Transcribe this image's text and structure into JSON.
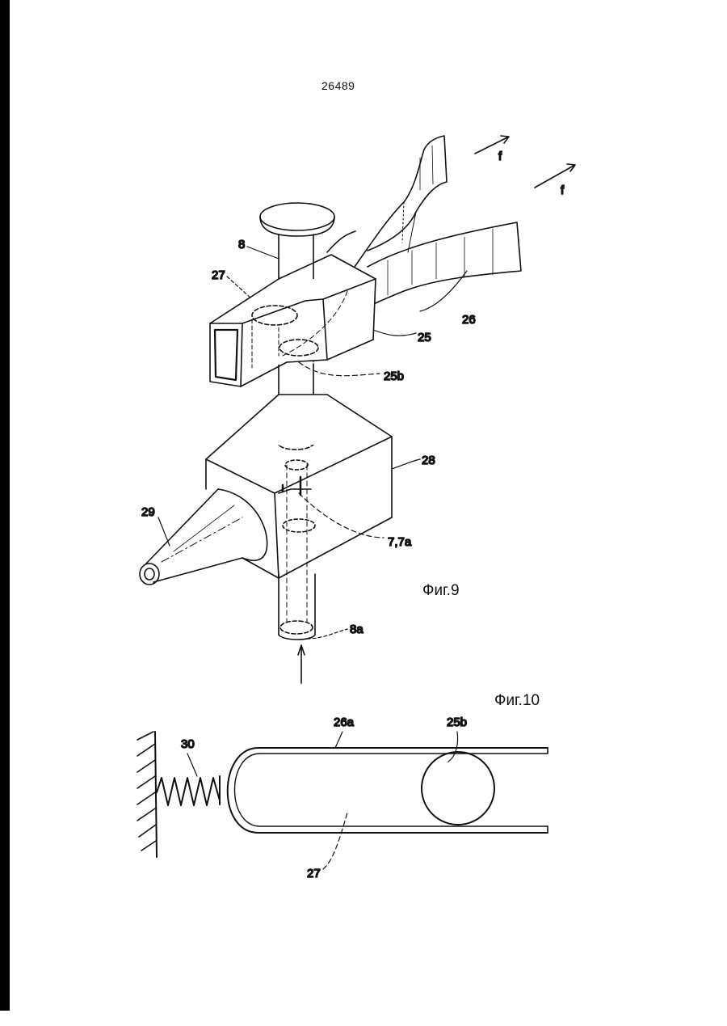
{
  "page_number": "26489",
  "figure9": {
    "caption": "Фиг.9",
    "labels": {
      "f_top": "f",
      "f_bottom": "f",
      "l8": "8",
      "l27": "27",
      "l26": "26",
      "l25": "25",
      "l25b": "25b",
      "l28": "28",
      "l29": "29",
      "l77a": "7,7a",
      "l8a": "8a"
    }
  },
  "figure10": {
    "caption": "Фиг.10",
    "labels": {
      "l30": "30",
      "l26a": "26a",
      "l25b": "25b",
      "l27": "27"
    }
  }
}
